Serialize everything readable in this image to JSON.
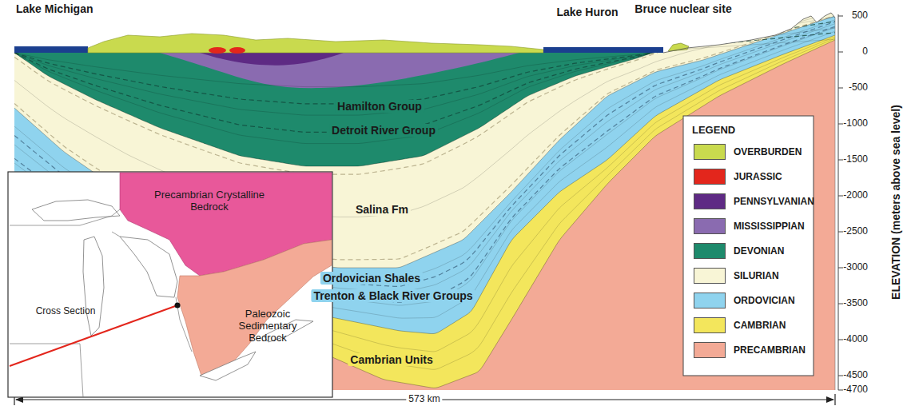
{
  "diagram": {
    "labels": [
      "Lake Michigan",
      "Bruce nuclear site",
      "Lake Huron",
      "Hamilton Group",
      "Detroit River Group",
      "Salina Fm",
      "Ordovician Shales",
      "Trenton & Black River Groups",
      "Cambrian Units",
      "Precambrian Crystalline Bedrock",
      "Cross Section",
      "Paleozoic Sedimentary Bedrock",
      "LEGEND",
      "500",
      "0",
      "-500",
      "-1000",
      "-1500",
      "-2000",
      "-2500",
      "-3000",
      "-3500",
      "-4000",
      "-4500",
      "-4700",
      "ELEVATION (meters above sea level)",
      "573 km"
    ],
    "legend": [
      {
        "text": "OVERBURDEN",
        "color": "#c9da4e"
      },
      {
        "text": "JURASSIC",
        "color": "#e3261c"
      },
      {
        "text": "PENNSYLVANIAN",
        "color": "#5e2a84"
      },
      {
        "text": "MISSISSIPPIAN",
        "color": "#8a6bb0"
      },
      {
        "text": "DEVONIAN",
        "color": "#1e8a6c"
      },
      {
        "text": "SILURIAN",
        "color": "#f8f5d6"
      },
      {
        "text": "ORDOVICIAN",
        "color": "#8fd3ee"
      },
      {
        "text": "CAMBRIAN",
        "color": "#f3e65c"
      },
      {
        "text": "PRECAMBRIAN",
        "color": "#f3aa96"
      }
    ]
  }
}
